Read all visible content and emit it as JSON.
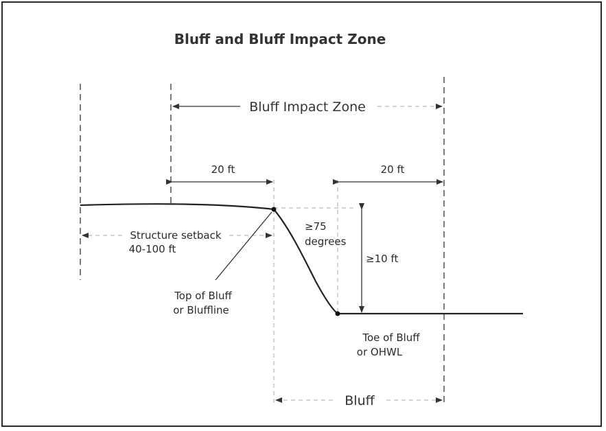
{
  "title": "Bluff and Bluff Impact Zone",
  "labels": {
    "impact_zone": "Bluff Impact Zone",
    "dist_left": "20 ft",
    "dist_right": "20 ft",
    "slope_line1": "≥75",
    "slope_line2": "degrees",
    "height": "≥10 ft",
    "setback_line1": "Structure setback",
    "setback_line2": "40-100 ft",
    "top_line1": "Top of Bluff",
    "top_line2": "or Bluffline",
    "toe_line1": "Toe of Bluff",
    "toe_line2": "or OHWL",
    "bluff": "Bluff"
  }
}
